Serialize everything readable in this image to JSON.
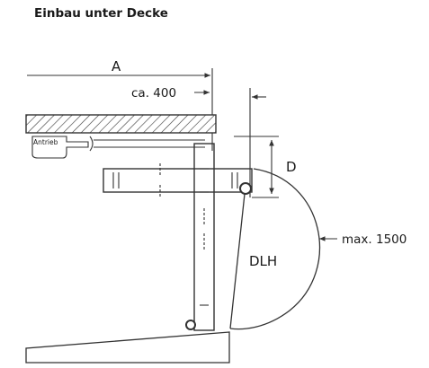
{
  "title": "Einbau unter Decke",
  "labels": {
    "a": "A",
    "ca400": "ca. 400",
    "antrieb": "Antrieb",
    "d": "D",
    "dlh": "DLH",
    "max1500": "max. 1500"
  }
}
